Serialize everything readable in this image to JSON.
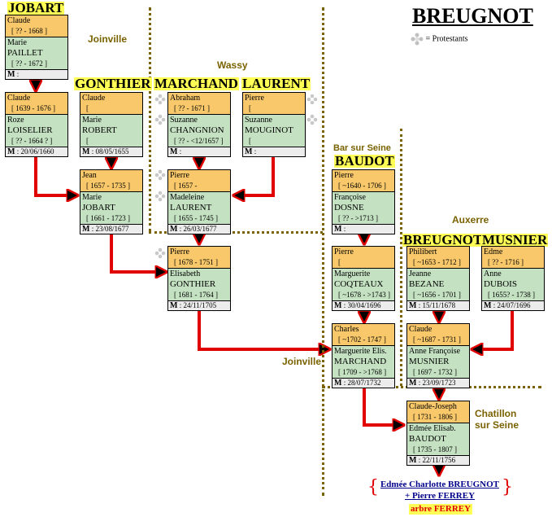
{
  "title": "BREUGNOT",
  "legend": {
    "icon": "protestant-cross-icon",
    "label": "= Protestants"
  },
  "places": {
    "joinville_top": "Joinville",
    "wassy": "Wassy",
    "bar_sur_seine": "Bar sur Seine",
    "auxerre": "Auxerre",
    "joinville_bottom": "Joinville",
    "chatillon_1": "Chatillon",
    "chatillon_2": "sur Seine"
  },
  "surnames": {
    "jobart": "JOBART",
    "gonthier": "GONTHIER",
    "marchand": "MARCHAND",
    "laurent": "LAURENT",
    "baudot": "BAUDOT",
    "breugnot": "BREUGNOT",
    "musnier": "MUSNIER"
  },
  "m_label": "M",
  "couples": {
    "jobart_paillet": {
      "h_first": "Claude",
      "h_dates": "[ ?? - 1668 ]",
      "w_first": "Marie",
      "w_last": "PAILLET",
      "w_dates": "[ ?? - 1672 ]",
      "marriage": ":"
    },
    "loiselier": {
      "h_first": "Claude",
      "h_dates": "[ 1639 - 1676 ]",
      "w_first": "Roze",
      "w_last": "LOISELIER",
      "w_dates": "[ ?? - 1664 ? ]",
      "marriage": ": 20/06/1660"
    },
    "gonthier_robert": {
      "h_first": "Claude",
      "h_dates": "[",
      "w_first": "Marie",
      "w_last": "ROBERT",
      "w_dates": "[",
      "marriage": ": 08/05/1655"
    },
    "marchand_changnion": {
      "h_first": "Abraham",
      "h_dates": "[ ?? - 1671 ]",
      "w_first": "Suzanne",
      "w_last": "CHANGNION",
      "w_dates": "[ ?? - <12/1657 ]",
      "marriage": ":"
    },
    "laurent_mouginot": {
      "h_first": "Pierre",
      "h_dates": "[",
      "w_first": "Suzanne",
      "w_last": "MOUGINOT",
      "w_dates": "[",
      "marriage": ":"
    },
    "gonthier_jobart": {
      "h_first": "Jean",
      "h_dates": "[ 1657 - 1735 ]",
      "w_first": "Marie",
      "w_last": "JOBART",
      "w_dates": "[ 1661 - 1723 ]",
      "marriage": ": 23/08/1677"
    },
    "marchand_laurent": {
      "h_first": "Pierre",
      "h_dates": "[ 1657 -",
      "w_first": "Madeleine",
      "w_last": "LAURENT",
      "w_dates": "[ 1655 - 1745 ]",
      "marriage": ": 26/03/1677"
    },
    "marchand_gonthier": {
      "h_first": "Pierre",
      "h_dates": "[ 1678 - 1751 ]",
      "w_first": "Elisabeth",
      "w_last": "GONTHIER",
      "w_dates": "[ 1681 - 1764 ]",
      "marriage": ": 24/11/1705"
    },
    "baudot_dosne": {
      "h_first": "Pierre",
      "h_dates": "[ ~1640 - 1706 ]",
      "w_first": "Françoise",
      "w_last": "DOSNE",
      "w_dates": "[ ?? - >1713 ]",
      "marriage": ":"
    },
    "baudot_coqteaux": {
      "h_first": "Pierre",
      "h_dates": "[",
      "w_first": "Marguerite",
      "w_last": "COQTEAUX",
      "w_dates": "[ ~1678 - >1743 ]",
      "marriage": ": 30/04/1696"
    },
    "breugnot_bezane": {
      "h_first": "Philibert",
      "h_dates": "[ ~1653 - 1712 ]",
      "w_first": "Jeanne",
      "w_last": "BEZANE",
      "w_dates": "[ ~1656 - 1701 ]",
      "marriage": ": 15/11/1678"
    },
    "musnier_dubois": {
      "h_first": "Edme",
      "h_dates": "[ ?? - 1716 ]",
      "w_first": "Anne",
      "w_last": "DUBOIS",
      "w_dates": "[ 1655? - 1738 ]",
      "marriage": ": 24/07/1696"
    },
    "baudot_marchand": {
      "h_first": "Charles",
      "h_dates": "[ ~1702 - 1747 ]",
      "w_first": "Marguerite Elis.",
      "w_last": "MARCHAND",
      "w_dates": "[ 1709 - >1768 ]",
      "marriage": ": 28/07/1732"
    },
    "breugnot_musnier": {
      "h_first": "Claude",
      "h_dates": "[ ~1687 - 1731 ]",
      "w_first": "Anne Françoise",
      "w_last": "MUSNIER",
      "w_dates": "[ 1697 - 1732 ]",
      "marriage": ": 23/09/1723"
    },
    "breugnot_baudot": {
      "h_first": "Claude-Joseph",
      "h_dates": "[ 1731 - 1806 ]",
      "w_first": "Edmée Elisab.",
      "w_last": "BAUDOT",
      "w_dates": "[ 1735 - 1807 ]",
      "marriage": ": 22/11/1756"
    }
  },
  "final": {
    "line1": "Edmée Charlotte BREUGNOT",
    "line2": "+ Pierre FERREY",
    "link": "arbre FERREY"
  },
  "colors": {
    "husband_bg": "#f8c86a",
    "wife_bg": "#c4e2c2",
    "marriage_bg": "#ececec",
    "surname_bg": "#ffff55",
    "place_text": "#7a6200",
    "arrow": "#e00000",
    "final_text": "#00008b"
  }
}
